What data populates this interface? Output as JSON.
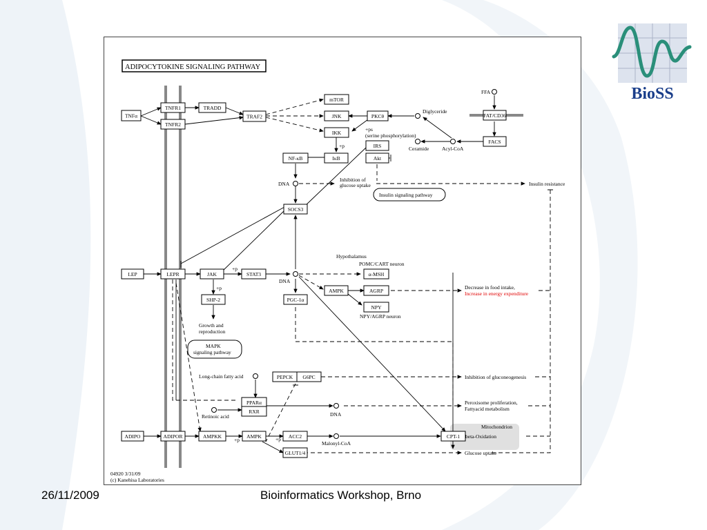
{
  "slide": {
    "date": "26/11/2009",
    "footer_title": "Bioinformatics Workshop, Brno",
    "logo_text": "BioSS"
  },
  "diagram": {
    "title": "ADIPOCYTOKINE SIGNALING PATHWAY",
    "nodes": {
      "TNFa": "TNFα",
      "TNFR1": "TNFR1",
      "TNFR2": "TNFR2",
      "TRADD": "TRADD",
      "TRAF2": "TRAF2",
      "mTOR": "mTOR",
      "JNK": "JNK",
      "IKK": "IKK",
      "PKCth": "PKCθ",
      "IRS": "IRS",
      "Akt": "Akt",
      "NFkB": "NF-κB",
      "IkB": "IκB",
      "FATCD36": "FAT/CD36",
      "FACS": "FACS",
      "SOCS3": "SOCS3",
      "LEP": "LEP",
      "LEPR": "LEPR",
      "JAK": "JAK",
      "STAT3": "STAT3",
      "SHP2": "SHP-2",
      "aMSH": "α-MSH",
      "AMPK_hyp": "AMPK",
      "AGRP": "AGRP",
      "NPY": "NPY",
      "PGC1a": "PGC-1α",
      "PEPCK": "PEPCK",
      "G6PC": "G6PC",
      "PPARa": "PPARα",
      "RXR": "RXR",
      "ADIPO": "ADIPO",
      "ADIPOR": "ADIPOR",
      "AMPKK": "AMPKK",
      "AMPK": "AMPK",
      "ACC2": "ACC2",
      "GLUT14": "GLUT1/4",
      "CPT1": "CPT-1"
    },
    "labels": {
      "FFA": "FFA",
      "Diglyceride": "Diglyceride",
      "Ceramide": "Ceramide",
      "AcylCoA": "Acyl-CoA",
      "ps": "+ps",
      "serine": "(serine phosphorylation)",
      "p_ikk": "+p",
      "DNA1": "DNA",
      "inhibition1": "Inhibition of",
      "inhibition2": "glucose uptake",
      "insulin_resistance": "Insulin resistance",
      "insulin_pathway": "Insulin signaling pathway",
      "hypothalamus": "Hypothalamus",
      "pomc": "POMC/CART neuron",
      "npy_neuron": "NPY/AGRP neuron",
      "p_jak": "+p",
      "p_shp": "+p",
      "DNA2": "DNA",
      "decrease": "Decrease in food intake,",
      "increase": "Increase in energy expenditure",
      "growth1": "Growth and",
      "growth2": "reproduction",
      "mapk1": "MAPK",
      "mapk2": "signaling pathway",
      "lcfa": "Long-chain fatty acid",
      "gluconeo": "Inhibition of gluconeogenesis",
      "retinoic": "Retinoic acid",
      "DNA3": "DNA",
      "perox1": "Peroxisome proliferation,",
      "perox2": "Fattyacid metabolism",
      "mito": "Mitochondrion",
      "beta": "beta-Oxidation",
      "malonyl": "Malonyl-CoA",
      "glucose_uptake": "Glucose uptake",
      "p_ampk": "+p",
      "p_acc": "+p",
      "footnote1": "04920 3/31/09",
      "footnote2": "(c) Kanehisa Laboratories"
    }
  },
  "colors": {
    "accent_red": "#e00000",
    "logo_blue": "#1a3e8a",
    "logo_green": "#2a8f7a",
    "membrane": "#888888",
    "mito_fill": "#e0e0e0"
  }
}
